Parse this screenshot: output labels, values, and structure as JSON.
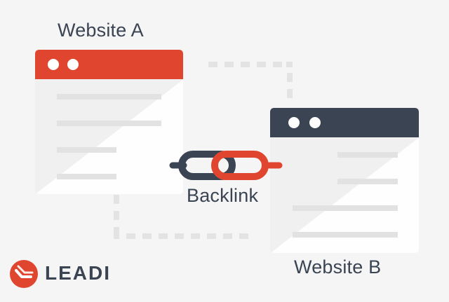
{
  "diagram": {
    "site_a_label": "Website A",
    "site_b_label": "Website B",
    "link_label": "Backlink"
  },
  "brand": {
    "logo_text": "LEADI",
    "icon": "leadi-logo-icon"
  },
  "colors": {
    "site_a_accent": "#e0452f",
    "site_b_accent": "#3b4453",
    "text": "#3b4453",
    "background": "#f5f5f5",
    "dash": "#e3e3e3"
  },
  "icons": [
    "chain-link-icon",
    "leadi-logo-icon"
  ]
}
